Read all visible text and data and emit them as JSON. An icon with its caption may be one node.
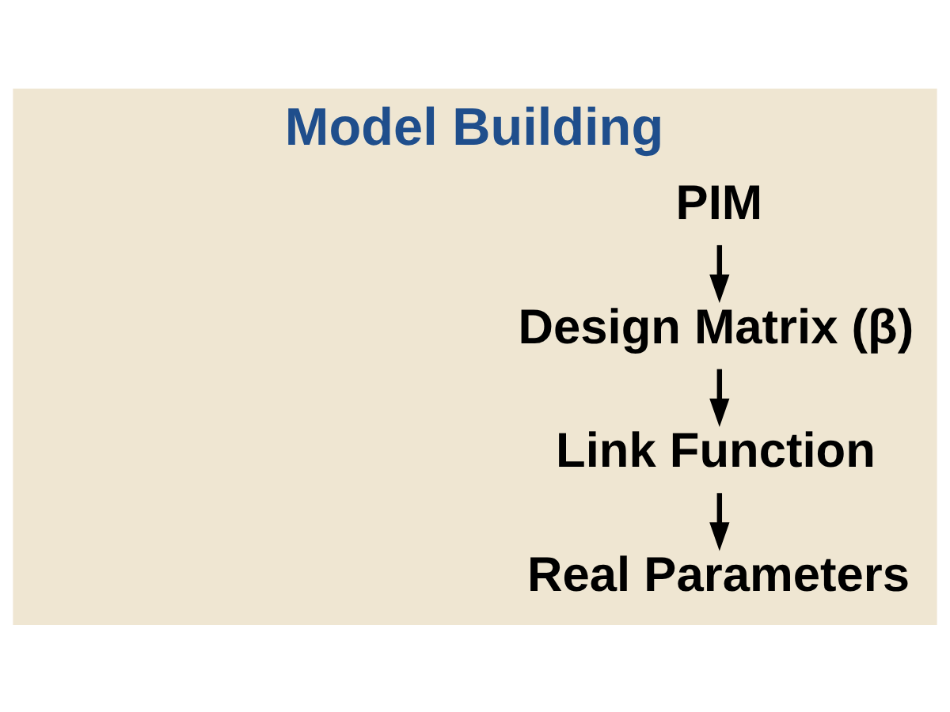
{
  "diagram": {
    "title": "Model Building",
    "nodes": [
      {
        "text": [
          "PIM"
        ]
      },
      {
        "text": [
          "Design Matrix (β)"
        ]
      },
      {
        "text": [
          "Link Function"
        ]
      },
      {
        "text": [
          "Real Parameters"
        ]
      }
    ],
    "edges": [
      {
        "from": 0,
        "to": 1,
        "arrow": "to"
      },
      {
        "from": 1,
        "to": 2,
        "arrow": "to"
      },
      {
        "from": 2,
        "to": 3,
        "arrow": "to"
      }
    ]
  }
}
